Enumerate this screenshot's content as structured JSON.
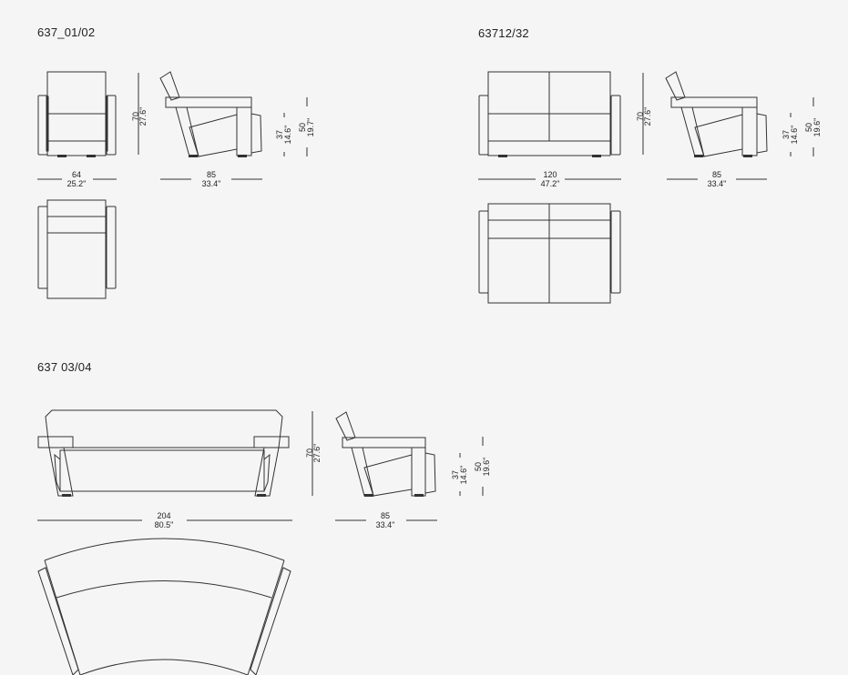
{
  "sections": {
    "armchair": {
      "title": "637_01/02"
    },
    "sofa2": {
      "title": "63712/32"
    },
    "sofa3": {
      "title": "637 03/04"
    }
  },
  "dims": {
    "a_height_cm": "70",
    "a_height_in": "27.6\"",
    "a_width_cm": "64",
    "a_width_in": "25.2\"",
    "a_depth_cm": "85",
    "a_depth_in": "33.4\"",
    "a_seat_cm": "37",
    "a_seat_in": "14.6\"",
    "a_arm_cm": "50",
    "a_arm_in": "19.7\"",
    "b_height_cm": "70",
    "b_height_in": "27.6\"",
    "b_width_cm": "120",
    "b_width_in": "47.2\"",
    "b_depth_cm": "85",
    "b_depth_in": "33.4\"",
    "b_seat_cm": "37",
    "b_seat_in": "14.6\"",
    "b_arm_cm": "50",
    "b_arm_in": "19.6\"",
    "c_height_cm": "70",
    "c_height_in": "27.6\"",
    "c_width_cm": "204",
    "c_width_in": "80.5\"",
    "c_depth_cm": "85",
    "c_depth_in": "33.4\"",
    "c_seat_cm": "37",
    "c_seat_in": "14.6\"",
    "c_arm_cm": "50",
    "c_arm_in": "19.6\""
  }
}
